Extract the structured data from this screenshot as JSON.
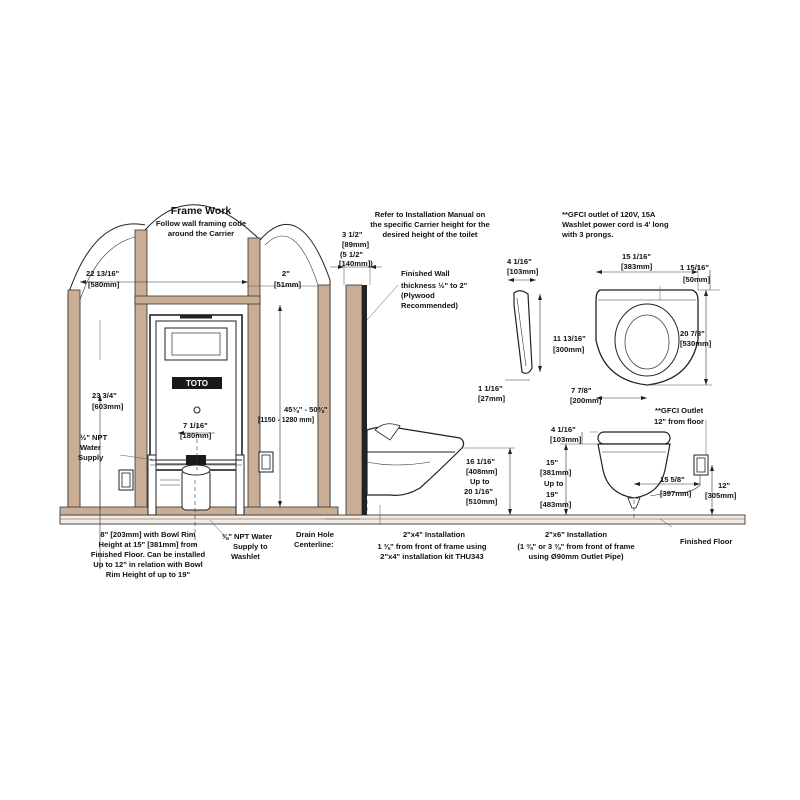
{
  "framework": {
    "title": "Frame Work",
    "note_line1": "Follow wall framing code",
    "note_line2": "around the Carrier",
    "width_in": "22 13/16\"",
    "width_mm": "[580mm]",
    "stud_in": "2\"",
    "stud_mm": "[51mm]",
    "height_in": "23 3/4\"",
    "height_mm": "[603mm]",
    "center_in": "7 1/16\"",
    "center_mm": "[180mm]",
    "total_in": "45⅜\" - 50⅜\"",
    "total_mm": "[1150 - 1280 mm]",
    "brand": "TOTO",
    "supply_line1": "½\" NPT",
    "supply_line2": "Water",
    "supply_line3": "Supply",
    "washlet_line1": "⅜\" NPT Water",
    "washlet_line2": "Supply to",
    "washlet_line3": "Washlet",
    "bowl_note": [
      "8\" [203mm] with Bowl Rim",
      "Height at 15\" [381mm]  from",
      "Finished Floor. Can be installed",
      "Up to 12\" in relation with Bowl",
      "Rim Height of up to 19\""
    ],
    "drain_line1": "Drain Hole",
    "drain_line2": "Centerline:"
  },
  "wall": {
    "depth_in": "3 1/2\"",
    "depth_mm": "[89mm]",
    "depth_alt_in": "(5 1/2\"",
    "depth_alt_mm": "[140mm])",
    "finished_line1": "Finished Wall",
    "finished_line2": "thickness ½\" to 2\"",
    "finished_line3": "(Plywood",
    "finished_line4": "Recommended)"
  },
  "side_view": {
    "refer_line1": "Refer to Installation Manual on",
    "refer_line2": "the specific Carrier height for the",
    "refer_line3": "desired height of the toilet",
    "rim_in": "16 1/16\"",
    "rim_mm": "[408mm]",
    "rim_upto": "Up to",
    "rim_max_in": "20 1/16\"",
    "rim_max_mm": "[510mm]",
    "install_2x4": "2\"x4\" Installation",
    "install_2x4_line2": "1 ⅜\" from front of frame using",
    "install_2x4_line3": "2\"x4\" installation kit THU343"
  },
  "seat_side": {
    "top_in": "4 1/16\"",
    "top_mm": "[103mm]",
    "height_in": "11 13/16\"",
    "height_mm": "[300mm]",
    "base_in": "1 1/16\"",
    "base_mm": "[27mm]"
  },
  "top_view": {
    "gfci_line1": "**GFCI outlet of 120V, 15A",
    "gfci_line2": "Washlet power cord is 4' long",
    "gfci_line3": "with 3 prongs.",
    "width_in": "15 1/16\"",
    "width_mm": "[383mm]",
    "offset_in": "1 15/16\"",
    "offset_mm": "[50mm]",
    "length_in": "20 7/8\"",
    "length_mm": "[530mm]",
    "half_in": "7 7/8\"",
    "half_mm": "[200mm]"
  },
  "front_view": {
    "top_in": "4 1/16\"",
    "top_mm": "[103mm]",
    "rim_in": "15\"",
    "rim_mm": "[381mm]",
    "rim_upto": "Up to",
    "rim_max_in": "19\"",
    "rim_max_mm": "[483mm]",
    "outlet_line1": "**GFCI Outlet",
    "outlet_line2": "12\" from floor",
    "outlet_off_in": "15 5/8\"",
    "outlet_off_mm": "[397mm]",
    "outlet_h_in": "12\"",
    "outlet_h_mm": "[305mm]",
    "install_2x6": "2\"x6\" Installation",
    "install_2x6_line2": "(1 ⅜\" or 3 ⅜\" from front of frame",
    "install_2x6_line3": "using Ø90mm Outlet Pipe)",
    "floor_label": "Finished Floor"
  }
}
